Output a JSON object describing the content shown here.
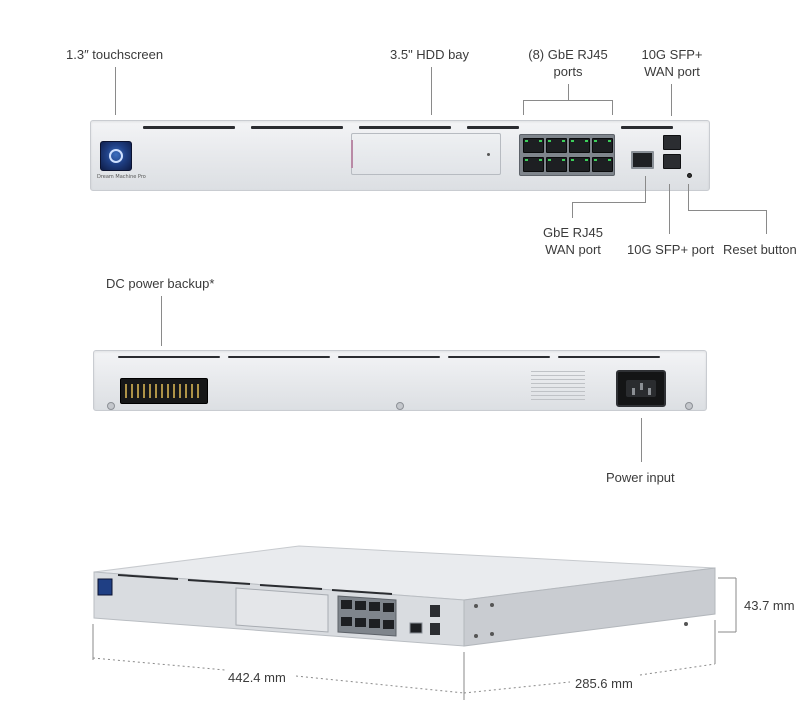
{
  "callouts": {
    "touchscreen": "1.3″ touchscreen",
    "hdd_bay": "3.5\" HDD bay",
    "rj45_ports_line1": "(8) GbE RJ45",
    "rj45_ports_line2": "ports",
    "sfp_wan_line1": "10G SFP+",
    "sfp_wan_line2": "WAN port",
    "rj45_wan_line1": "GbE RJ45",
    "rj45_wan_line2": "WAN port",
    "sfp_port": "10G SFP+ port",
    "reset_button": "Reset button",
    "dc_power_backup": "DC power backup*",
    "power_input": "Power input"
  },
  "device": {
    "model_label": "Dream Machine Pro"
  },
  "dimensions": {
    "height": "43.7 mm",
    "width": "442.4 mm",
    "depth": "285.6 mm"
  }
}
